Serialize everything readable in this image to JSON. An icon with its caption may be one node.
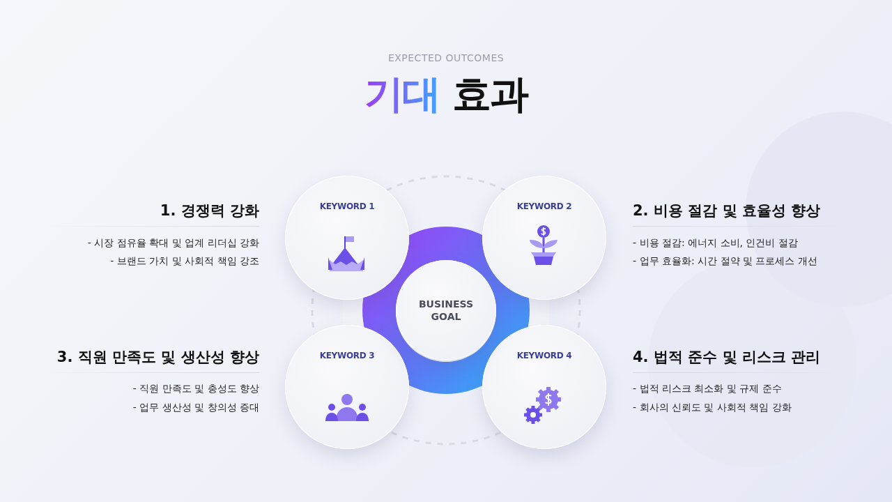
{
  "diagram": {
    "title": "기대 효과",
    "nodes": [
      {
        "text": [
          "BUSINESS GOAL"
        ]
      },
      {
        "text": [
          "KEYWORD 1"
        ]
      },
      {
        "text": [
          "KEYWORD 2"
        ]
      },
      {
        "text": [
          "KEYWORD 3"
        ]
      },
      {
        "text": [
          "KEYWORD 4"
        ]
      }
    ],
    "labels": [
      "EXPECTED OUTCOMES",
      "1. 경쟁력 강화",
      "- 시장 점유율 확대 및 업계 리더십 강화",
      "- 브랜드 가치 및 사회적 책임 강조",
      "2. 비용 절감 및 효율성 향상",
      "- 비용 절감: 에너지 소비, 인건비 절감",
      "- 업무 효율화: 시간 절약 및 프로세스 개선",
      "3. 직원 만족도 및 생산성 향상",
      "- 직원 만족도 및 충성도 향상",
      "- 업무 생산성 및 창의성 증대",
      "4. 법적 준수 및 리스크 관리",
      "- 법적 리스크 최소화 및 규제 준수",
      "- 회사의 신뢰도 및 사회적 책임 강화"
    ]
  }
}
